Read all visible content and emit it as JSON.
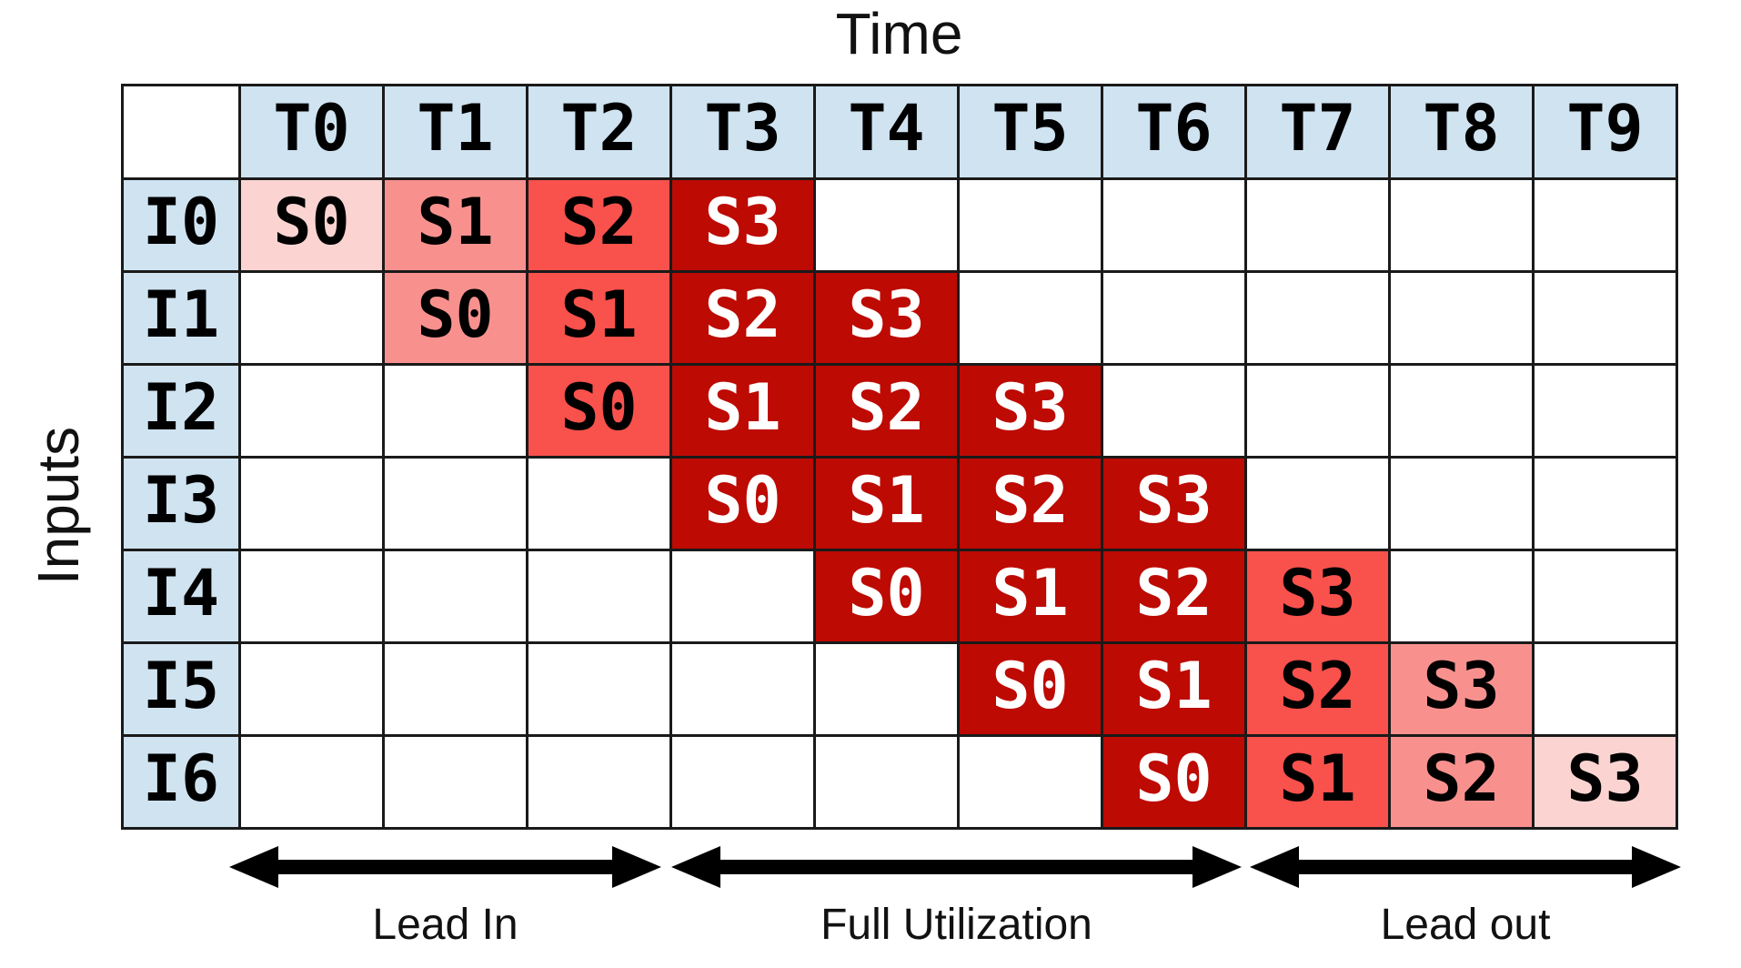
{
  "title": "Time",
  "inputs_axis_label": "Inputs",
  "table": {
    "time_headers": [
      "T0",
      "T1",
      "T2",
      "T3",
      "T4",
      "T5",
      "T6",
      "T7",
      "T8",
      "T9"
    ],
    "rows": [
      {
        "input": "I0",
        "stages": [
          {
            "time": "T0",
            "stage": "S0"
          },
          {
            "time": "T1",
            "stage": "S1"
          },
          {
            "time": "T2",
            "stage": "S2"
          },
          {
            "time": "T3",
            "stage": "S3"
          }
        ]
      },
      {
        "input": "I1",
        "stages": [
          {
            "time": "T1",
            "stage": "S0"
          },
          {
            "time": "T2",
            "stage": "S1"
          },
          {
            "time": "T3",
            "stage": "S2"
          },
          {
            "time": "T4",
            "stage": "S3"
          }
        ]
      },
      {
        "input": "I2",
        "stages": [
          {
            "time": "T2",
            "stage": "S0"
          },
          {
            "time": "T3",
            "stage": "S1"
          },
          {
            "time": "T4",
            "stage": "S2"
          },
          {
            "time": "T5",
            "stage": "S3"
          }
        ]
      },
      {
        "input": "I3",
        "stages": [
          {
            "time": "T3",
            "stage": "S0"
          },
          {
            "time": "T4",
            "stage": "S1"
          },
          {
            "time": "T5",
            "stage": "S2"
          },
          {
            "time": "T6",
            "stage": "S3"
          }
        ]
      },
      {
        "input": "I4",
        "stages": [
          {
            "time": "T4",
            "stage": "S0"
          },
          {
            "time": "T5",
            "stage": "S1"
          },
          {
            "time": "T6",
            "stage": "S2"
          },
          {
            "time": "T7",
            "stage": "S3"
          }
        ]
      },
      {
        "input": "I5",
        "stages": [
          {
            "time": "T5",
            "stage": "S0"
          },
          {
            "time": "T6",
            "stage": "S1"
          },
          {
            "time": "T7",
            "stage": "S2"
          },
          {
            "time": "T8",
            "stage": "S3"
          }
        ]
      },
      {
        "input": "I6",
        "stages": [
          {
            "time": "T6",
            "stage": "S0"
          },
          {
            "time": "T7",
            "stage": "S1"
          },
          {
            "time": "T8",
            "stage": "S2"
          },
          {
            "time": "T9",
            "stage": "S3"
          }
        ]
      }
    ]
  },
  "utilization_level_by_time": {
    "T0": 1,
    "T1": 2,
    "T2": 3,
    "T3": 4,
    "T4": 4,
    "T5": 4,
    "T6": 4,
    "T7": 3,
    "T8": 2,
    "T9": 1
  },
  "phases": [
    {
      "label": "Lead In",
      "from_time": "T0",
      "to_time": "T2"
    },
    {
      "label": "Full Utilization",
      "from_time": "T3",
      "to_time": "T6"
    },
    {
      "label": "Lead out",
      "from_time": "T7",
      "to_time": "T9"
    }
  ],
  "colors": {
    "header_bg": "#CFE3F1",
    "utilization_1": "#FBD4D2",
    "utilization_2": "#F8918E",
    "utilization_3": "#F9514C",
    "utilization_4": "#BD0A03",
    "grid_line": "#1A1A1A",
    "arrow": "#000000",
    "stage_text_dark": "#000000",
    "stage_text_light": "#FFFFFF"
  }
}
